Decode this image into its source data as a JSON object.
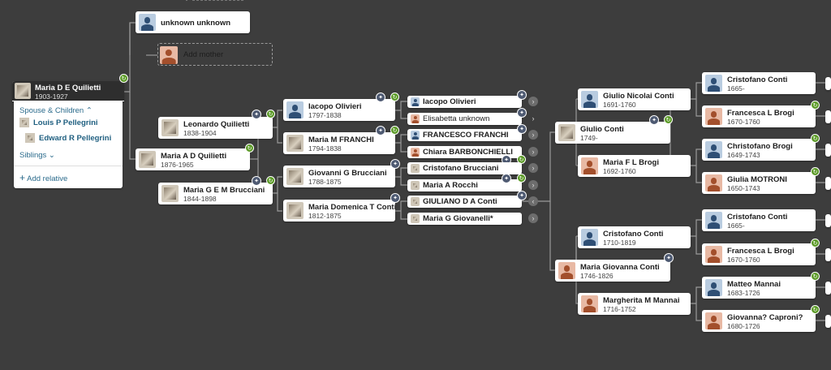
{
  "focus": {
    "name": "Maria D E Quilietti",
    "dates": "1903-1927"
  },
  "panel": {
    "spouse_toggle": "Spouse & Children",
    "spouse": "Louis P Pellegrini",
    "child": "Edward R Pellegrini",
    "siblings_toggle": "Siblings",
    "add_relative": "Add relative"
  },
  "gen1": {
    "father": {
      "name": "unknown unknown",
      "dates": ""
    },
    "add_mother": "Add mother",
    "mother": {
      "name": "Maria A D Quilietti",
      "dates": "1876-1965"
    }
  },
  "gen2": {
    "leonardo": {
      "name": "Leonardo Quilietti",
      "dates": "1838-1904"
    },
    "mariag": {
      "name": "Maria G E M Brucciani",
      "dates": "1844-1898"
    }
  },
  "gen3": {
    "iacopo": {
      "name": "Iacopo Olivieri",
      "dates": "1797-1838"
    },
    "mariam": {
      "name": "Maria M FRANCHI",
      "dates": "1794-1838"
    },
    "giovanni": {
      "name": "Giovanni G Brucciani",
      "dates": "1788-1875"
    },
    "mariad": {
      "name": "Maria Domenica T Conti",
      "dates": "1812-1875"
    }
  },
  "gen4": [
    "Iacopo Olivieri",
    "Elisabetta unknown",
    "FRANCESCO FRANCHI",
    "Chiara BARBONCHIELLI",
    "Cristofano Brucciani",
    "Maria A Rocchi",
    "GIULIANO D A Conti",
    "Maria G Giovanelli*"
  ],
  "gen5": {
    "giulio": {
      "name": "Giulio Conti",
      "dates": "1749-"
    }
  },
  "gen6": {
    "giulion": {
      "name": "Giulio Nicolai Conti",
      "dates": "1691-1760"
    },
    "mariaf": {
      "name": "Maria F L Brogi",
      "dates": "1692-1760"
    },
    "cristofano": {
      "name": "Cristofano Conti",
      "dates": "1710-1819"
    },
    "margherita": {
      "name": "Margherita M Mannai",
      "dates": "1716-1752"
    }
  },
  "gen5b": {
    "mariagc": {
      "name": "Maria Giovanna Conti",
      "dates": "1746-1826"
    }
  },
  "gen7": [
    {
      "name": "Cristofano Conti",
      "dates": "1665-"
    },
    {
      "name": "Francesca L Brogi",
      "dates": "1670-1760"
    },
    {
      "name": "Christofano Brogi",
      "dates": "1649-1743"
    },
    {
      "name": "Giulia MOTRONI",
      "dates": "1650-1743"
    },
    {
      "name": "Cristofano Conti",
      "dates": "1665-"
    },
    {
      "name": "Francesca L Brogi",
      "dates": "1670-1760"
    },
    {
      "name": "Matteo Mannai",
      "dates": "1683-1726"
    },
    {
      "name": "Giovanna? Caproni?",
      "dates": "1680-1726"
    }
  ],
  "colors": {
    "background": "#3d3d3d",
    "hint": "#5b9a26",
    "record": "#4e5a72",
    "link": "#2b6b8c"
  },
  "icons": [
    "person-male-icon",
    "person-female-icon",
    "record-hint-icon",
    "research-hint-icon",
    "chevron-right-icon",
    "chevron-left-icon",
    "plus-icon",
    "chevron-up-icon",
    "chevron-down-icon"
  ]
}
